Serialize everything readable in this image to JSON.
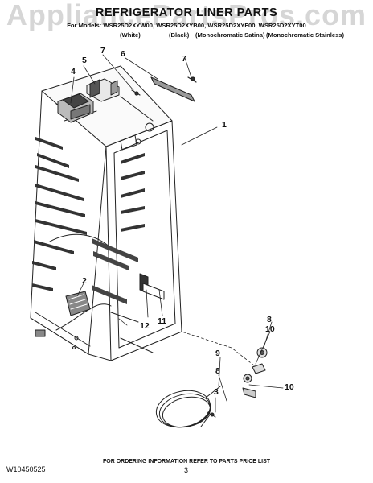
{
  "watermark": "AppliancePartsPros.com",
  "header": {
    "title": "REFRIGERATOR LINER PARTS",
    "models": "For Models: WSR25D2XYW00, WSR25D2XYB00, WSR25D2XYF00, WSR25D2XYT00",
    "variant_white": "(White)",
    "variant_black": "(Black)",
    "variant_satina": "(Monochromatic Satina)",
    "variant_stainless": "(Monochromatic Stainless)"
  },
  "callouts": {
    "c1": "1",
    "c2": "2",
    "c3": "3",
    "c4": "4",
    "c5": "5",
    "c6": "6",
    "c7a": "7",
    "c7b": "7",
    "c8a": "8",
    "c8b": "8",
    "c9": "9",
    "c10a": "10",
    "c10b": "10",
    "c11": "11",
    "c12": "12"
  },
  "footer": {
    "ordering": "FOR ORDERING INFORMATION REFER TO PARTS PRICE LIST",
    "doc_id": "W10450525",
    "page_number": "3"
  }
}
